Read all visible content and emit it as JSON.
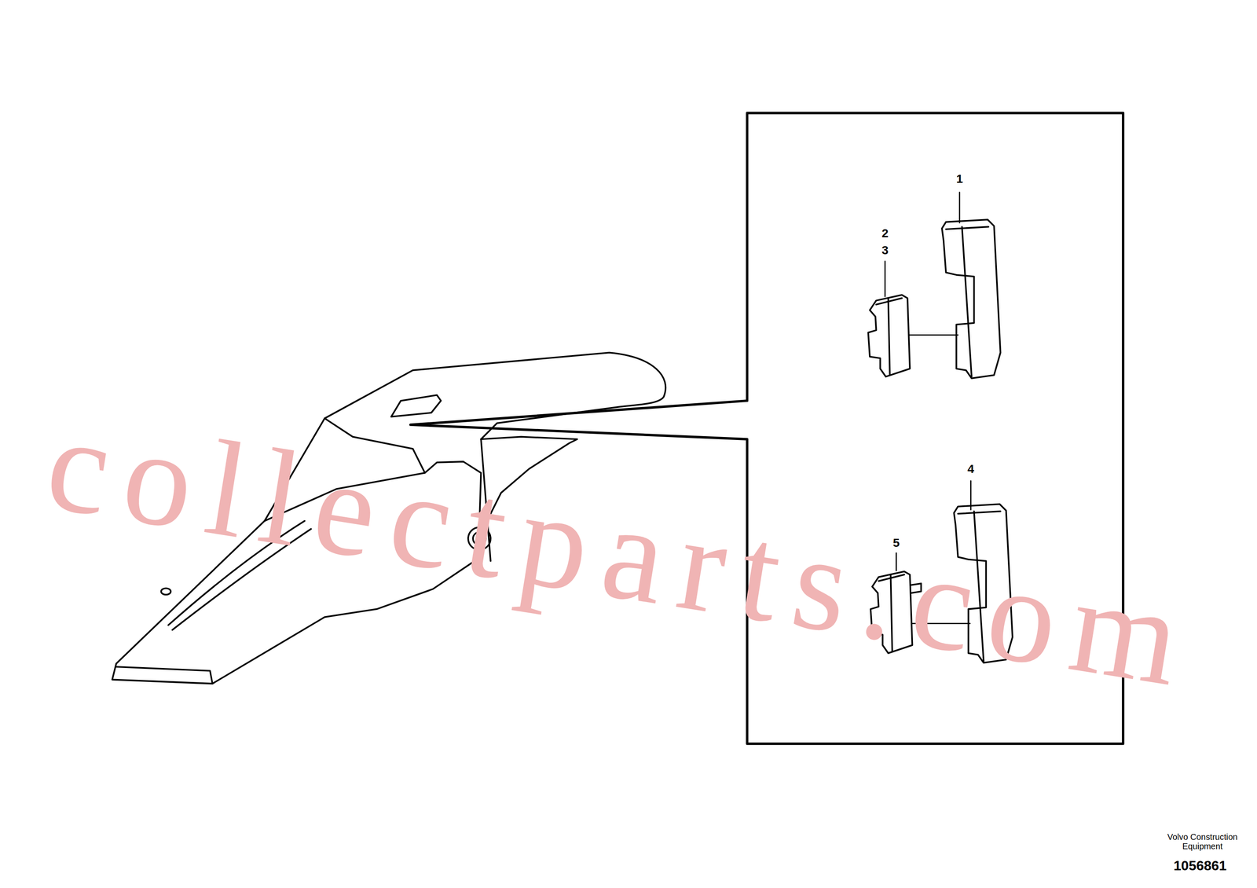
{
  "diagram": {
    "labels": [
      "1",
      "2",
      "3",
      "4",
      "5",
      "collectparts.com",
      "Volvo Construction Equipment",
      "1056861"
    ]
  }
}
